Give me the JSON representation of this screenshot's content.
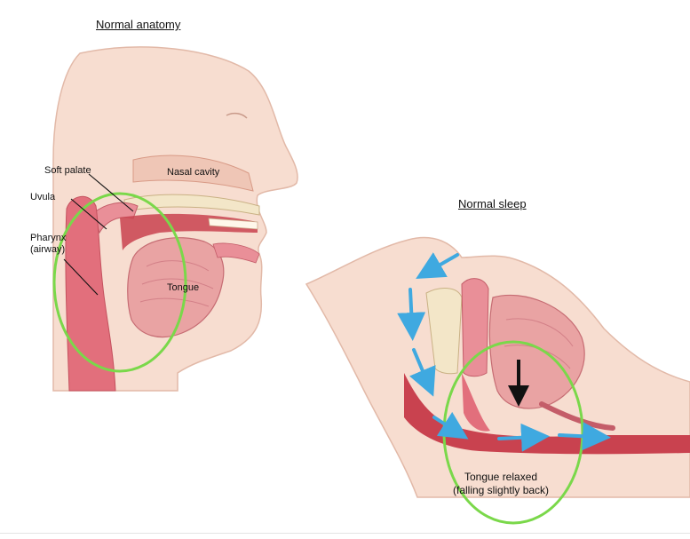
{
  "panels": {
    "left": {
      "title": "Normal anatomy",
      "labels": {
        "soft_palate": "Soft palate",
        "uvula": "Uvula",
        "pharynx_line1": "Pharynx",
        "pharynx_line2": "(airway)",
        "nasal_cavity": "Nasal cavity",
        "tongue": "Tongue"
      }
    },
    "right": {
      "title": "Normal sleep",
      "caption_line1": "Tongue relaxed",
      "caption_line2": "(falling slightly back)"
    }
  },
  "colors": {
    "skin": "#f7ddd0",
    "tissue": "#e26f7c",
    "airway": "#c9424f",
    "highlight_circle": "#7ad84a",
    "airflow_arrow": "#3fa9e0",
    "tongue_arrow": "#111111"
  }
}
